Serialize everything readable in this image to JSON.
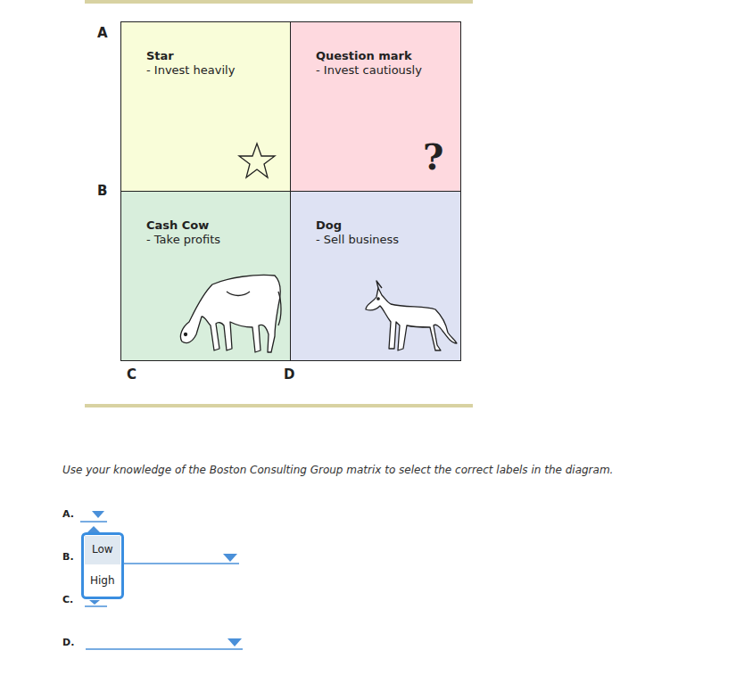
{
  "diagram": {
    "caption": "Use your knowledge of the Boston Consulting Group matrix to select the correct labels in the diagram.",
    "nodes": [
      {
        "text": [
          "Star",
          "- Invest heavily"
        ]
      },
      {
        "text": [
          "Question mark",
          "- Invest cautiously"
        ]
      },
      {
        "text": [
          "Cash Cow",
          "- Take profits"
        ]
      },
      {
        "text": [
          "Dog",
          "- Sell business"
        ]
      }
    ],
    "labels": [
      "A",
      "B",
      "C",
      "D",
      "?",
      "A.",
      "B.",
      "C.",
      "D.",
      "Low",
      "High"
    ]
  }
}
